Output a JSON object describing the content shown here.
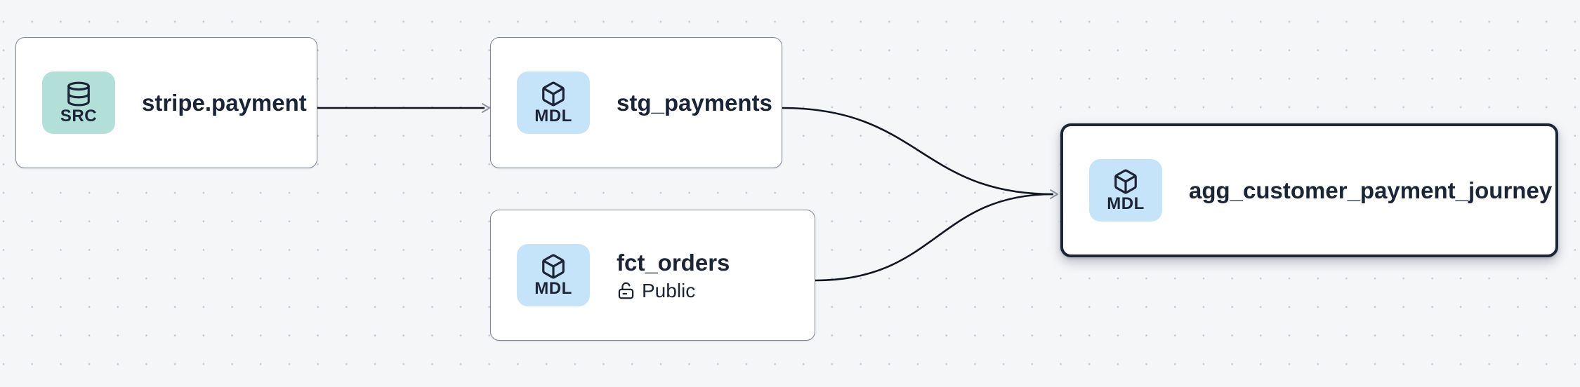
{
  "canvas": {
    "type": "lineage-graph",
    "background_color": "#f5f6f8",
    "dot_grid_color": "#c3c8d2"
  },
  "colors": {
    "node_background": "#ffffff",
    "node_border": "#7e8798",
    "selected_node_border": "#1c2636",
    "badge_src_bg": "#b2e0d9",
    "badge_mdl_bg": "#c5e3f9",
    "ink": "#1b2537",
    "edge_stroke": "#10161f",
    "arrowhead_stroke": "#8d95a3"
  },
  "nodes": [
    {
      "id": "stripe.payment",
      "title": "stripe.payment",
      "badge": {
        "label": "SRC",
        "icon": "database-icon",
        "bg": "#b2e0d9"
      },
      "selected": false
    },
    {
      "id": "stg_payments",
      "title": "stg_payments",
      "badge": {
        "label": "MDL",
        "icon": "cube-icon",
        "bg": "#c5e3f9"
      },
      "selected": false
    },
    {
      "id": "fct_orders",
      "title": "fct_orders",
      "subtitle": "Public",
      "subtitle_icon": "unlock-icon",
      "badge": {
        "label": "MDL",
        "icon": "cube-icon",
        "bg": "#c5e3f9"
      },
      "selected": false
    },
    {
      "id": "agg_customer_payment_journey",
      "title": "agg_customer_payment_journey",
      "badge": {
        "label": "MDL",
        "icon": "cube-icon",
        "bg": "#c5e3f9"
      },
      "selected": true
    }
  ],
  "edges": [
    {
      "from": "stripe.payment",
      "to": "stg_payments"
    },
    {
      "from": "stg_payments",
      "to": "agg_customer_payment_journey"
    },
    {
      "from": "fct_orders",
      "to": "agg_customer_payment_journey"
    }
  ]
}
